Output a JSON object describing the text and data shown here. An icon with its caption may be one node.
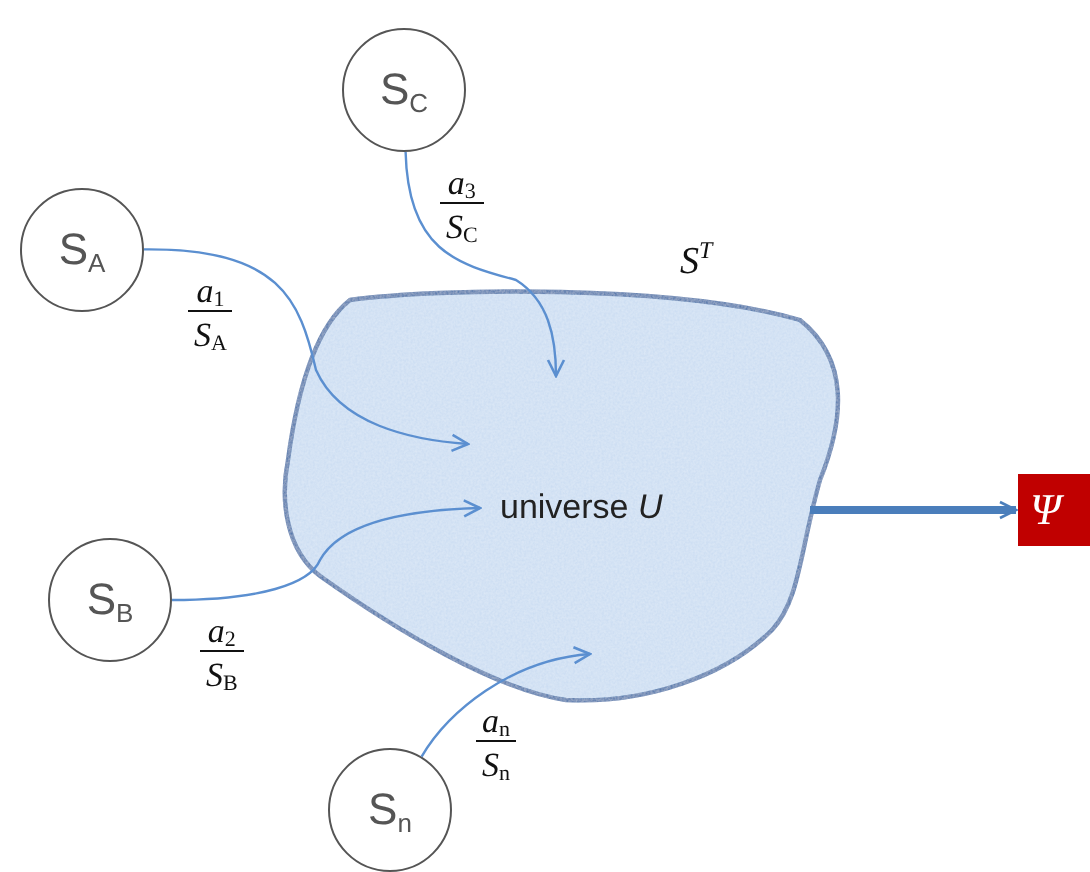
{
  "diagram": {
    "nodes": [
      {
        "text": [
          "universe *U*"
        ],
        "beside": [
          "*S*$^{T}$"
        ]
      },
      {
        "text": [
          "S$_{A}$"
        ]
      },
      {
        "text": [
          "S$_{C}$"
        ]
      },
      {
        "text": [
          "S$_{B}$"
        ]
      },
      {
        "text": [
          "S$_{n}$"
        ]
      },
      {
        "text": [
          "Ψ"
        ]
      }
    ],
    "edges": [
      {
        "from": 1,
        "to": 0,
        "arrow": "to",
        "label": "*a*$_{1}$ *S*$_{A}$"
      },
      {
        "from": 2,
        "to": 0,
        "arrow": "to",
        "label": "*a*$_{3}$ *S*$_{C}$"
      },
      {
        "from": 3,
        "to": 0,
        "arrow": "to",
        "label": "*a*$_{2}$ *S*$_{B}$"
      },
      {
        "from": 4,
        "to": 0,
        "arrow": "to",
        "label": "*a*$_{n}$ *S*$_{n}$"
      },
      {
        "from": 0,
        "to": 5,
        "arrow": "to",
        "style": "thick",
        "color": "#4a7ebb"
      }
    ]
  }
}
